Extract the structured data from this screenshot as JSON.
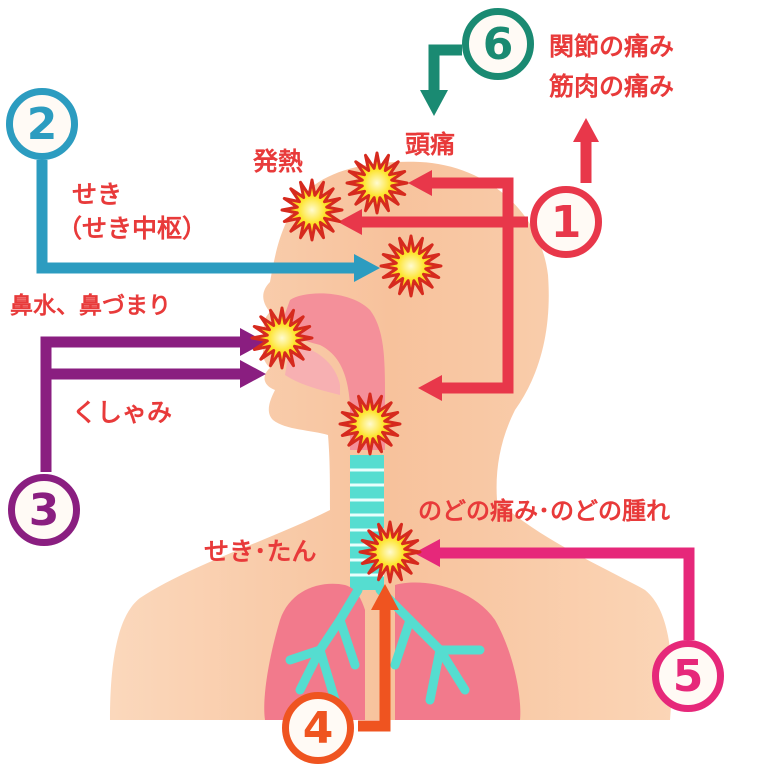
{
  "labels": {
    "joint_pain": "関節の痛み",
    "muscle_pain": "筋肉の痛み",
    "headache": "頭痛",
    "fever": "発熱",
    "cough": "せき",
    "cough_center": "（せき中枢）",
    "runny_nose": "鼻水、鼻づまり",
    "sneeze": "くしゃみ",
    "sore_throat": "のどの痛み･のどの腫れ",
    "cough_phlegm": "せき･たん"
  },
  "badges": [
    {
      "number": "1",
      "color": "#e8374a"
    },
    {
      "number": "2",
      "color": "#2c9cc0"
    },
    {
      "number": "3",
      "color": "#8a1e80"
    },
    {
      "number": "4",
      "color": "#ef5420"
    },
    {
      "number": "5",
      "color": "#e6287a"
    },
    {
      "number": "6",
      "color": "#1a8a72"
    }
  ],
  "colors": {
    "text": "#e83a3a",
    "skin": "#f9c9a6",
    "lung": "#f27a8c",
    "airway": "#55ddd0",
    "burst": "#fde42c"
  }
}
